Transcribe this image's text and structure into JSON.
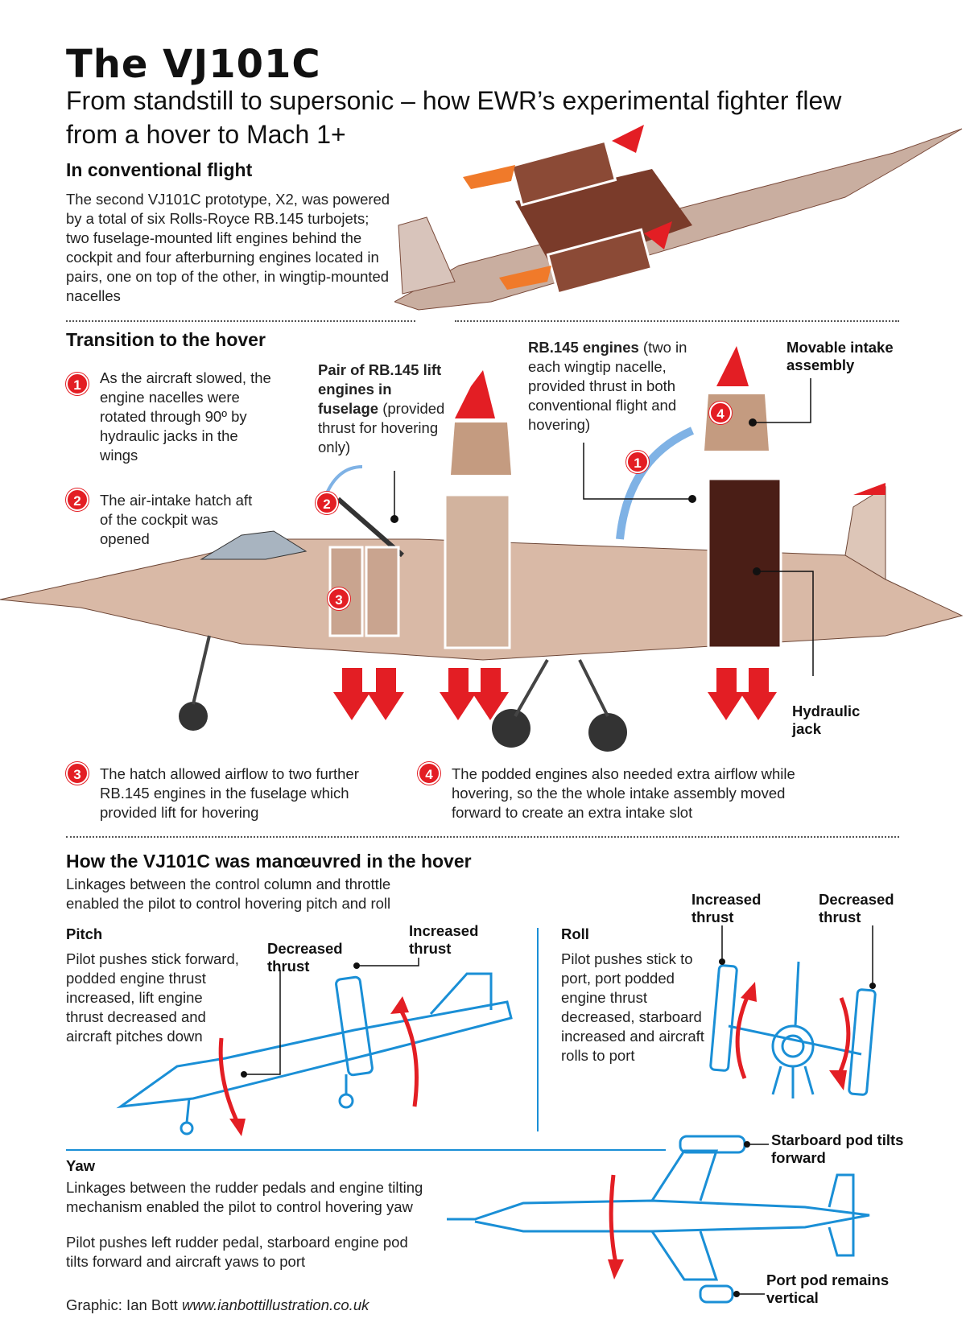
{
  "title": "The VJ101C",
  "subtitle": "From standstill to supersonic – how EWR’s experimental fighter flew from a hover to Mach 1+",
  "conventional": {
    "heading": "In conventional flight",
    "text": "The second VJ101C prototype, X2, was powered by a total of six Rolls-Royce RB.145 turbojets; two fuselage-mounted lift engines behind the cockpit and four afterburning engines located in pairs, one on top of the other, in wingtip-mounted nacelles"
  },
  "transition": {
    "heading": "Transition to the hover",
    "steps": [
      {
        "n": "1",
        "text": "As the aircraft slowed, the engine nacelles were rotated through 90º by hydraulic jacks in the wings"
      },
      {
        "n": "2",
        "text": "The air-intake hatch aft of the cockpit was opened"
      },
      {
        "n": "3",
        "text": "The hatch allowed airflow to two further RB.145 engines in the fuselage which provided lift for hovering"
      },
      {
        "n": "4",
        "text": "The podded engines also needed extra airflow while hovering, so the the whole intake assembly moved forward to create an extra intake slot"
      }
    ],
    "labels": {
      "lift_bold": "Pair of RB.145 lift engines in fuselage",
      "lift_rest": "(provided thrust for hovering only)",
      "rb_bold": "RB.145 engines",
      "rb_rest": "(two in each wingtip nacelle, provided thrust in both conventional flight and hovering)",
      "intake": "Movable intake assembly",
      "jack": "Hydraulic jack"
    }
  },
  "manoeuvre": {
    "heading": "How the VJ101C was manœuvred in the hover",
    "intro": "Linkages between the control column and throttle enabled the pilot to control hovering pitch and roll",
    "pitch": {
      "heading": "Pitch",
      "text": "Pilot pushes stick forward, podded engine thrust increased, lift engine thrust decreased and aircraft pitches down",
      "decreased": "Decreased thrust",
      "increased": "Increased thrust"
    },
    "roll": {
      "heading": "Roll",
      "text": "Pilot pushes stick to port, port podded engine thrust decreased, starboard increased and aircraft rolls to port",
      "increased": "Increased thrust",
      "decreased": "Decreased thrust"
    },
    "yaw": {
      "heading": "Yaw",
      "text1": "Linkages between the rudder pedals and engine tilting mechanism enabled the pilot to control hovering yaw",
      "text2": "Pilot pushes left rudder pedal, starboard engine pod tilts forward and aircraft yaws to port",
      "starboard": "Starboard  pod tilts forward",
      "port": "Port pod remains vertical"
    }
  },
  "credit": {
    "name": "Graphic: Ian Bott ",
    "url": "www.ianbottillustration.co.uk"
  },
  "colors": {
    "red": "#e31e24",
    "blue": "#1a8fd6",
    "arrow_blue": "#7fb2e5"
  }
}
